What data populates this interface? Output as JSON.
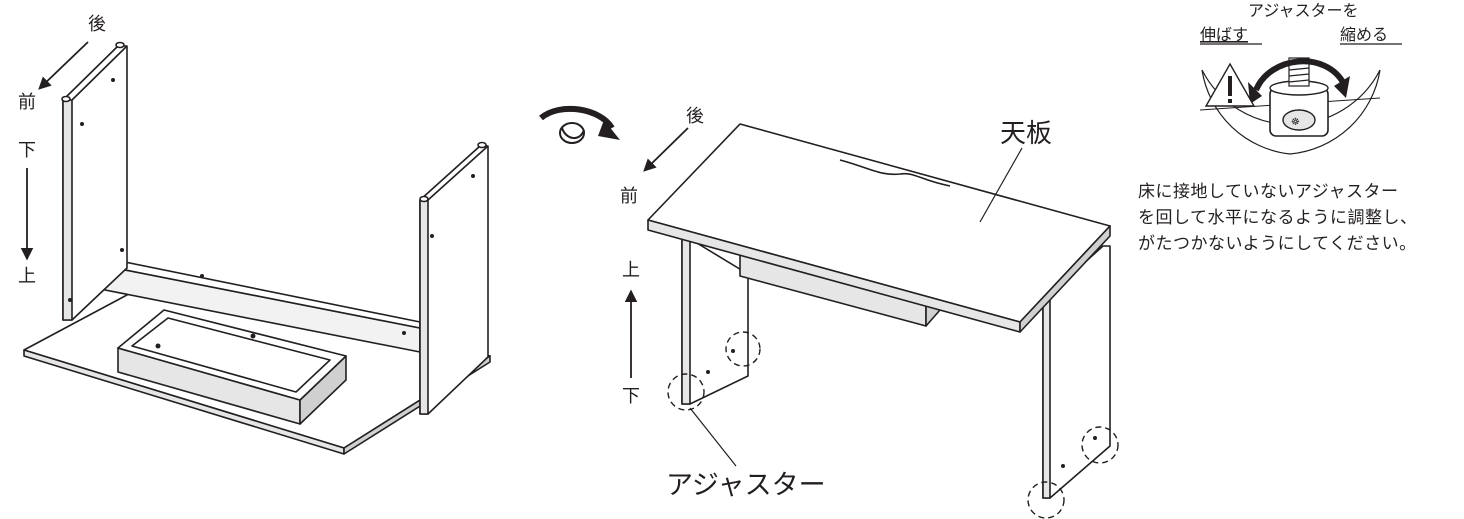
{
  "left_view": {
    "back_label": "後",
    "front_label": "前",
    "down_label": "下",
    "up_label": "上"
  },
  "center_view": {
    "back_label": "後",
    "front_label": "前",
    "up_label": "上",
    "down_label": "下",
    "tabletop_label": "天板",
    "adjuster_label": "アジャスター"
  },
  "adjuster_detail": {
    "title": "アジャスターを",
    "extend_label": "伸ばす",
    "shorten_label": "縮める"
  },
  "instruction": {
    "lines": [
      "床に接地していないアジャスター",
      "を回して水平になるように調整し、",
      "がたつかないようにしてください。"
    ]
  },
  "colors": {
    "line": "#231f20",
    "panel_gray": "#e6e6e6",
    "dark_gray": "#bcbcbc"
  },
  "icons": [
    "rotate-flip-icon",
    "caution-triangle-icon",
    "rotation-arrow-icon"
  ]
}
